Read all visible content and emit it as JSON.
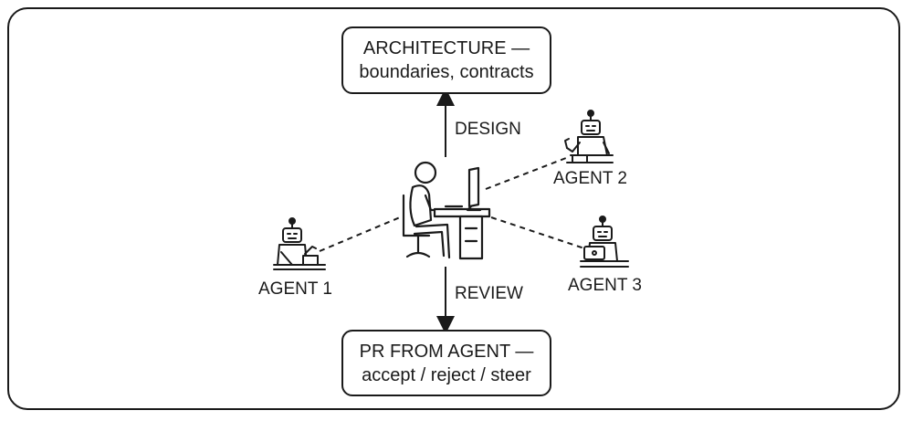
{
  "boxes": {
    "top": {
      "line1": "ARCHITECTURE —",
      "line2": "boundaries, contracts"
    },
    "bottom": {
      "line1": "PR FROM AGENT —",
      "line2": "accept / reject / steer"
    }
  },
  "arrows": {
    "up_label": "DESIGN",
    "down_label": "REVIEW"
  },
  "agents": [
    {
      "label": "AGENT 1",
      "icon": "robot-at-desk-icon"
    },
    {
      "label": "AGENT 2",
      "icon": "robot-at-desk-icon"
    },
    {
      "label": "AGENT 3",
      "icon": "robot-at-laptop-icon"
    }
  ],
  "center": {
    "icon": "developer-at-desk-icon"
  },
  "colors": {
    "ink": "#1a1a1a",
    "background": "#ffffff"
  }
}
